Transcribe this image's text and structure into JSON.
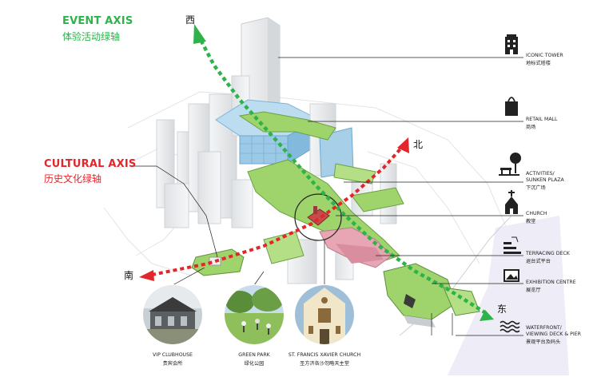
{
  "axes": {
    "event": {
      "title": "EVENT AXIS",
      "subtitle": "体验活动绿轴",
      "color": "#2db34a"
    },
    "cultural": {
      "title": "CULTURAL AXIS",
      "subtitle": "历史文化绿轴",
      "color": "#e3262b"
    }
  },
  "directions": {
    "west": "西",
    "north": "北",
    "south": "南",
    "east": "东"
  },
  "legend": [
    {
      "icon": "tower-icon",
      "en": "ICONIC TOWER",
      "cn": "地标式塔楼"
    },
    {
      "icon": "shopping-bag-icon",
      "en": "RETAIL MALL",
      "cn": "商场"
    },
    {
      "icon": "tree-bench-icon",
      "en": "ACTIVITIES/\nSUNKEN PLAZA",
      "cn": "下沉广场"
    },
    {
      "icon": "church-icon",
      "en": "CHURCH",
      "cn": "教堂"
    },
    {
      "icon": "terrace-icon",
      "en": "TERRACING DECK",
      "cn": "退台式平台"
    },
    {
      "icon": "picture-icon",
      "en": "EXHIBITION CENTRE",
      "cn": "展览厅"
    },
    {
      "icon": "waves-icon",
      "en": "WATERFRONT/\nVIEWING DECK & PIER",
      "cn": "景观平台及码头"
    }
  ],
  "photos": [
    {
      "en": "VIP CLUBHOUSE",
      "cn": "贵宾会所"
    },
    {
      "en": "GREEN PARK",
      "cn": "绿化公园"
    },
    {
      "en": "ST. FRANCIS XAVIER CHURCH",
      "cn": "圣方济各沙勿略天主堂"
    }
  ],
  "colors": {
    "green_roof": "#9fd36b",
    "glass": "#9cc9e6",
    "building": "#e9ebed",
    "pink_deck": "#e8a5b4"
  }
}
